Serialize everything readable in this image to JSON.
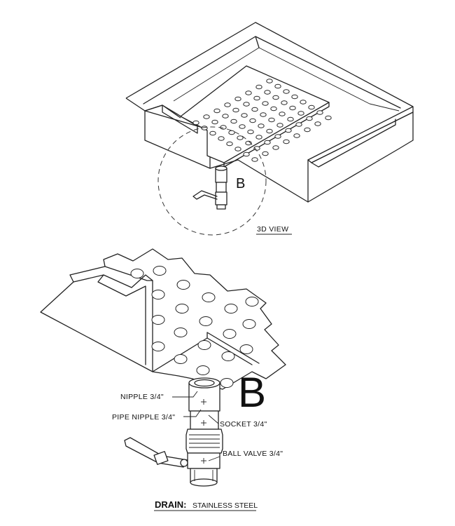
{
  "views": {
    "three_d": {
      "callout_letter": "B",
      "caption": "3D VIEW"
    },
    "detail": {
      "callout_letter": "B",
      "labels": {
        "nipple": "NIPPLE 3/4\"",
        "pipe_nipple": "PIPE NIPPLE 3/4\"",
        "socket": "SOCKET 3/4\"",
        "ball_valve": "BALL VALVE 3/4\""
      },
      "title_prefix": "DRAIN:",
      "title_material": "STAINLESS STEEL"
    }
  }
}
